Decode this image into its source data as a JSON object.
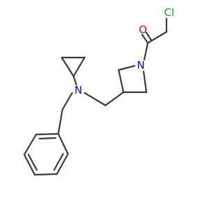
{
  "molecule": {
    "atoms": {
      "O": {
        "label": "O",
        "color": "#ff0000"
      },
      "Cl": {
        "label": "Cl",
        "color": "#00b400"
      },
      "N1": {
        "label": "N",
        "color": "#0000ff"
      },
      "N2": {
        "label": "N",
        "color": "#0000ff"
      }
    },
    "bond_color": "#3a3a3a"
  }
}
